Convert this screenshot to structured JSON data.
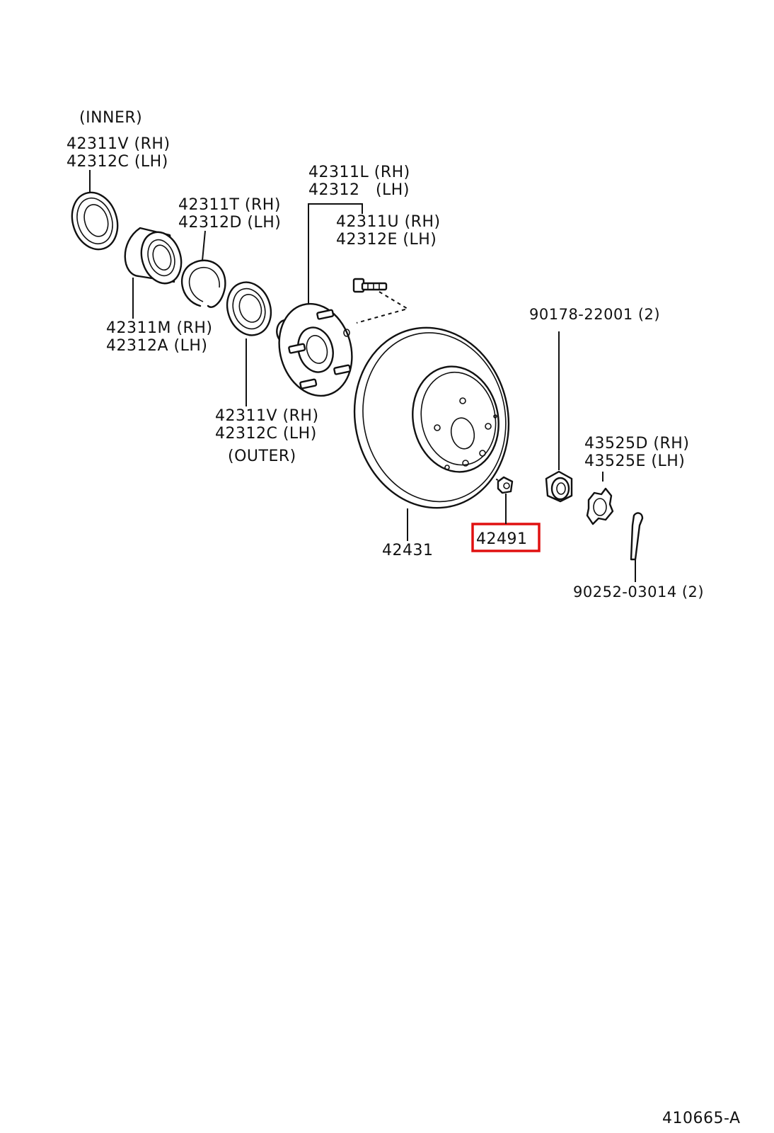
{
  "diagram": {
    "colors": {
      "line": "#111111",
      "background": "#ffffff",
      "highlight": "#e01010"
    },
    "labels": {
      "inner_seal_note": "(INNER)",
      "inner_seal_rh": "42311V (RH)",
      "inner_seal_lh": "42312C (LH)",
      "snap_ring_rh": "42311T (RH)",
      "snap_ring_lh": "42312D (LH)",
      "bearing_rh": "42311M (RH)",
      "bearing_lh": "42312A (LH)",
      "outer_seal_rh": "42311V (RH)",
      "outer_seal_lh": "42312C (LH)",
      "outer_seal_note": "(OUTER)",
      "hub_rh": "42311L (RH)",
      "hub_lh": "42312   (LH)",
      "hub_bolt_rh": "42311U (RH)",
      "hub_bolt_lh": "42312E (LH)",
      "disc": "42431",
      "plug": "42491",
      "nut_washer": "90178-22001 (2)",
      "lock_cap_rh": "43525D (RH)",
      "lock_cap_lh": "43525E (LH)",
      "cotter_pin": "90252-03014 (2)",
      "diagram_code": "410665-A"
    },
    "highlighted_part": "42491"
  }
}
